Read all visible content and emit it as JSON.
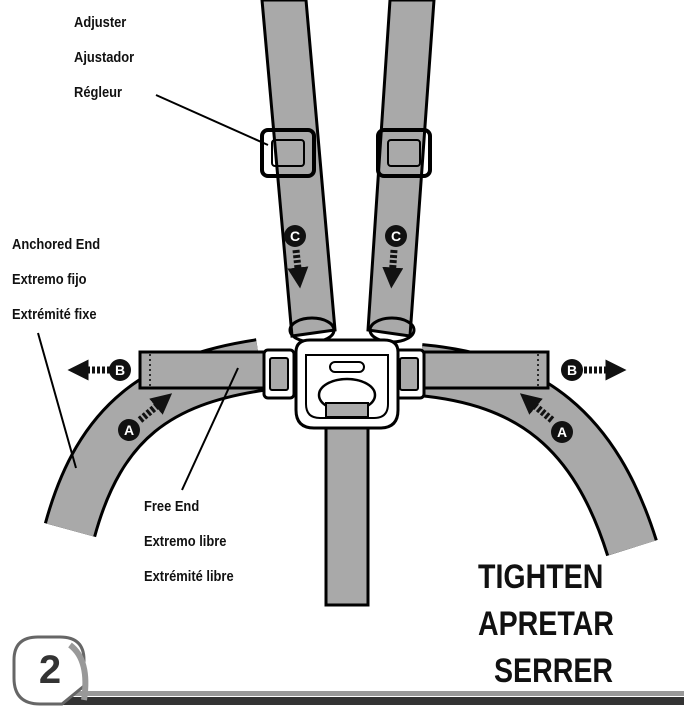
{
  "labels": {
    "adjuster": [
      "Adjuster",
      "Ajustador",
      "Régleur"
    ],
    "anchored_end": [
      "Anchored End",
      "Extremo fijo",
      "Extrémité fixe"
    ],
    "free_end": [
      "Free End",
      "Extremo libre",
      "Extrémité libre"
    ]
  },
  "action": [
    "TIGHTEN",
    "APRETAR",
    "SERRER"
  ],
  "step_number": "2",
  "markers": {
    "a": "A",
    "b": "B",
    "c": "C"
  },
  "colors": {
    "strap": "#a9a9a9",
    "outline": "#000000",
    "buckle": "#ffffff"
  }
}
